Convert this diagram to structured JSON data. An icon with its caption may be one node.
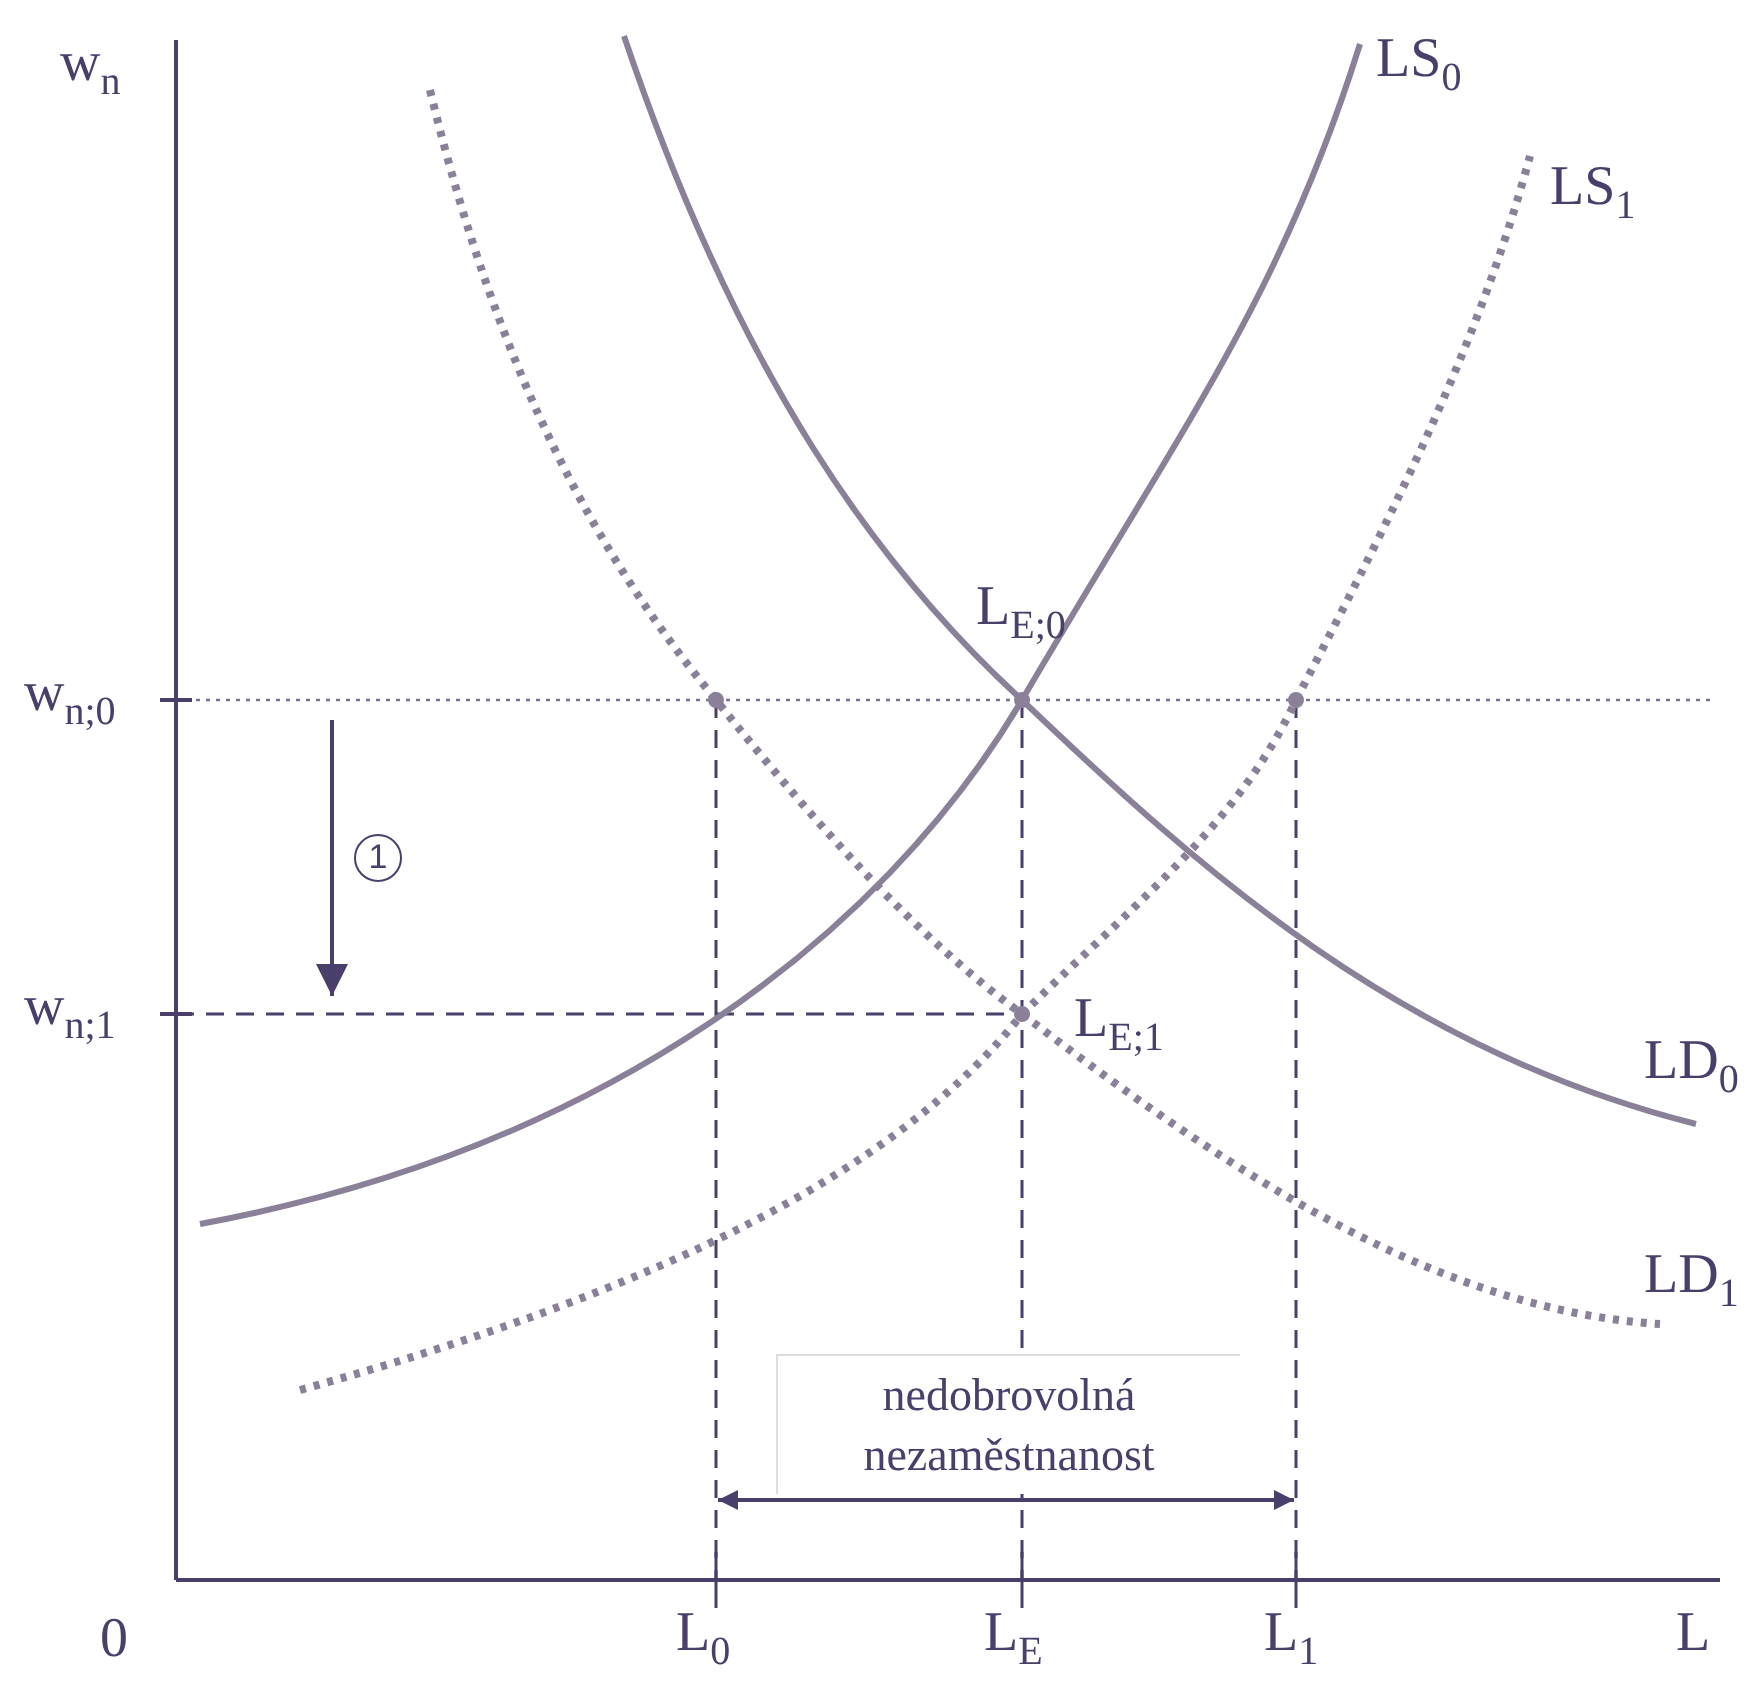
{
  "diagram": {
    "nodes": [
      {
        "text": [
          "nedobrovolná nezaměstnanost"
        ]
      }
    ],
    "labels": [
      "w$_{n}$",
      "LS$_{0}$",
      "LS$_{1}$",
      "L$_{E;0}$",
      "w$_{n;0}$",
      "1",
      "w$_{n;1}$",
      "L$_{E;1}$",
      "LD$_{0}$",
      "LD$_{1}$",
      "0",
      "L$_{0}$",
      "L$_{E}$",
      "L$_{1}$",
      "L"
    ]
  }
}
